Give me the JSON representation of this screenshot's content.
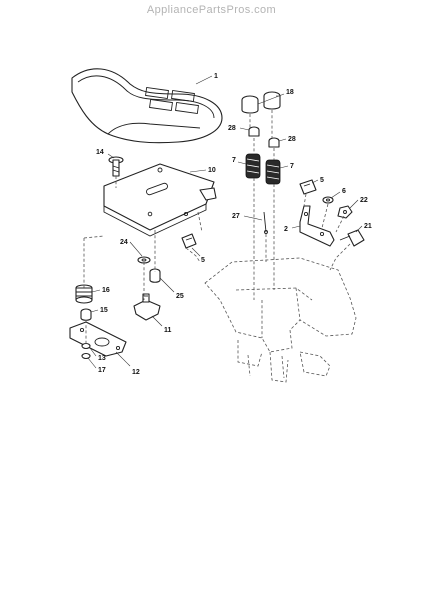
{
  "watermark": "AppliancePartsPros.com",
  "callouts": {
    "c1": "1",
    "c18": "18",
    "c28a": "28",
    "c28b": "28",
    "c14": "14",
    "c10": "10",
    "c7a": "7",
    "c7b": "7",
    "c5a": "5",
    "c6": "6",
    "c22": "22",
    "c21": "21",
    "c27": "27",
    "c2": "2",
    "c24": "24",
    "c5b": "5",
    "c16": "16",
    "c25": "25",
    "c15": "15",
    "c11": "11",
    "c13": "13",
    "c12": "12",
    "c17": "17"
  }
}
